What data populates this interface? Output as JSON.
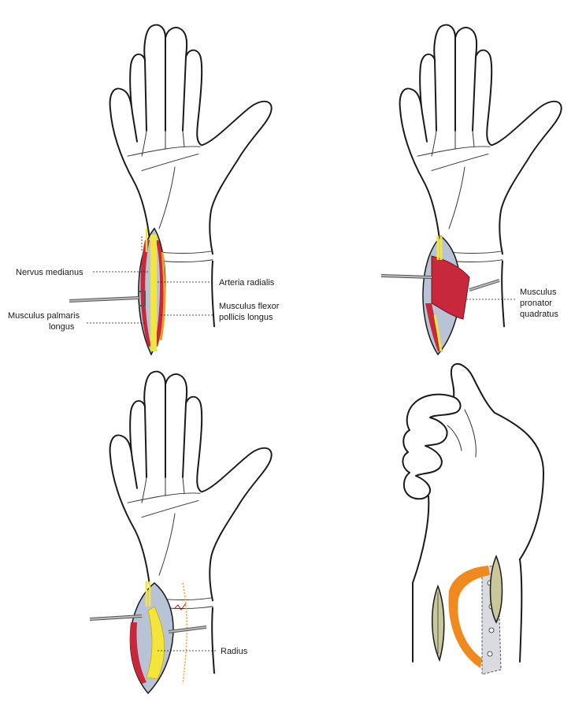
{
  "panels": [
    {
      "id": "panel-1",
      "labels": [
        {
          "text": "Nervus medianus"
        },
        {
          "text": "Arteria radialis"
        },
        {
          "text": "Musculus palmaris",
          "text2": "longus"
        },
        {
          "text": "Musculus flexor",
          "text2": "pollicis longus"
        }
      ]
    },
    {
      "id": "panel-2",
      "labels": [
        {
          "text": "Musculus",
          "text2": "pronator",
          "text3": "quadratus"
        }
      ]
    },
    {
      "id": "panel-3",
      "labels": [
        {
          "text": "Radius"
        }
      ]
    },
    {
      "id": "panel-4",
      "labels": []
    }
  ],
  "colors": {
    "muscle": "#c8283c",
    "muscle_light": "#e0566a",
    "tendon": "#f3e53a",
    "tendon_orange": "#f0a020",
    "fascia": "#b9c3d6",
    "skin_edge": "#f0d7cf",
    "plate_orange": "#f08a1e",
    "plate_gray": "#d9dbe0"
  },
  "icons": [
    "retractor-icon",
    "hand-outline-icon",
    "incision-icon",
    "bone-plate-icon"
  ]
}
